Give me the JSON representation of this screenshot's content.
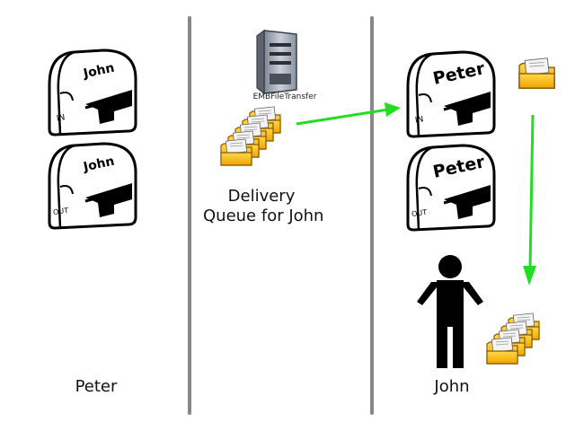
{
  "columns": {
    "left": {
      "name": "Peter"
    },
    "middle": {
      "server_label": "EMBFileTransfer",
      "queue_line1": "Delivery",
      "queue_line2": "Queue for John"
    },
    "right": {
      "name": "John"
    }
  },
  "mailboxes": {
    "peter_in": {
      "owner": "John",
      "slot": "IN"
    },
    "peter_out": {
      "owner": "John",
      "slot": "OUT"
    },
    "john_in": {
      "owner": "Peter",
      "slot": "IN"
    },
    "john_out": {
      "owner": "Peter",
      "slot": "OUT"
    }
  },
  "colors": {
    "divider": "#888888",
    "arrow": "#22dd22",
    "folder": "#f5b400",
    "mailbox_outline": "#000000"
  },
  "icons": [
    "mailbox-icon",
    "server-icon",
    "folder-stack-icon",
    "folder-icon",
    "person-icon",
    "arrow-icon"
  ]
}
